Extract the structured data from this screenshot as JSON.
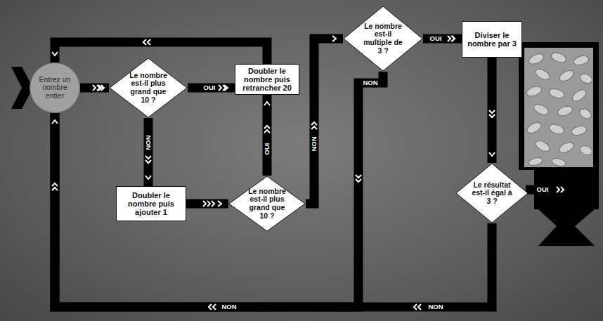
{
  "diagram": {
    "nodes": [
      {
        "text": [
          "Entrez un nombre entier"
        ]
      },
      {
        "text": [
          "Le nombre est-il plus grand que 10 ?"
        ]
      },
      {
        "text": [
          "Doubler le nombre puis retrancher 20"
        ]
      },
      {
        "text": [
          "Doubler le nombre puis ajouter 1"
        ]
      },
      {
        "text": [
          "Le nombre est-il plus grand que 10 ?"
        ]
      },
      {
        "text": [
          "Le nombre est-il multiple de 3 ?"
        ]
      },
      {
        "text": [
          "Diviser le nombre par 3"
        ]
      },
      {
        "text": [
          "Le résultat est-il égal à 3 ?"
        ]
      }
    ],
    "edges": [
      {
        "from": 0,
        "to": 1,
        "arrow": "to"
      },
      {
        "from": 1,
        "to": 2,
        "label": "OUI",
        "arrow": "to"
      },
      {
        "from": 1,
        "to": 3,
        "label": "NON",
        "arrow": "to"
      },
      {
        "from": 3,
        "to": 4,
        "arrow": "to"
      },
      {
        "from": 4,
        "to": 2,
        "label": "OUI",
        "arrow": "to"
      },
      {
        "from": 2,
        "to": 0,
        "arrow": "to"
      },
      {
        "from": 4,
        "to": 5,
        "label": "NON",
        "arrow": "to"
      },
      {
        "from": 5,
        "to": 6,
        "label": "OUI",
        "arrow": "to"
      },
      {
        "from": 5,
        "to": 0,
        "label": "NON",
        "arrow": "to"
      },
      {
        "from": 6,
        "to": 7,
        "arrow": "to"
      },
      {
        "from": 7,
        "to": 0,
        "label": "NON",
        "arrow": "to"
      }
    ],
    "labels": [
      "OUI",
      "NON"
    ]
  }
}
